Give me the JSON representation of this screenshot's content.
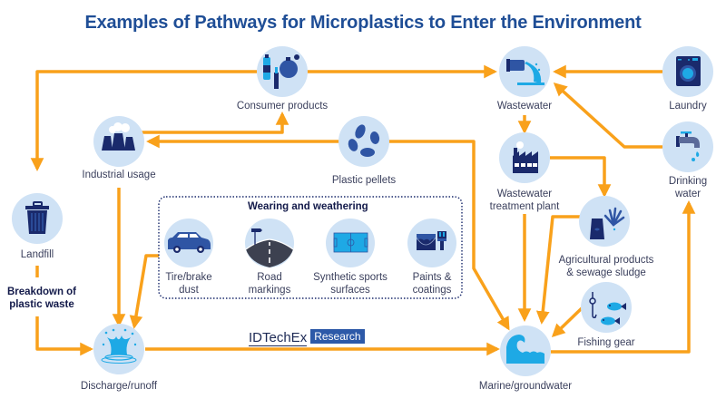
{
  "title": "Examples of Pathways for Microplastics to Enter the Environment",
  "colors": {
    "title": "#1f4e96",
    "arrow": "#f9a11b",
    "circle": "#cfe2f5",
    "icon_dark": "#1a2a6c",
    "icon_mid": "#2f55a4",
    "icon_light": "#1ea9e5",
    "group_border": "#1a2a6c"
  },
  "nodes": {
    "consumer_products": {
      "label": "Consumer products",
      "icon": "bottle-perfume-lipstick-icon"
    },
    "wastewater": {
      "label": "Wastewater",
      "icon": "pipe-outflow-icon"
    },
    "laundry": {
      "label": "Laundry",
      "icon": "washing-machine-icon"
    },
    "industrial_usage": {
      "label": "Industrial usage",
      "icon": "cooling-towers-icon"
    },
    "plastic_pellets": {
      "label": "Plastic pellets",
      "icon": "pellets-icon"
    },
    "wastewater_treatment": {
      "label_line1": "Wastewater",
      "label_line2": "treatment plant",
      "icon": "factory-icon"
    },
    "drinking_water": {
      "label_line1": "Drinking",
      "label_line2": "water",
      "icon": "tap-icon"
    },
    "landfill": {
      "label": "Landfill",
      "icon": "trash-bin-icon"
    },
    "agricultural": {
      "label_line1": "Agricultural products",
      "label_line2": "& sewage sludge",
      "icon": "fertilizer-wheat-icon"
    },
    "fishing_gear": {
      "label": "Fishing gear",
      "icon": "hook-fish-icon"
    },
    "discharge": {
      "label": "Discharge/runoff",
      "icon": "splash-icon"
    },
    "marine": {
      "label": "Marine/groundwater",
      "icon": "wave-icon"
    }
  },
  "breakdown": {
    "line1": "Breakdown of",
    "line2": "plastic waste"
  },
  "wearing_group": {
    "title": "Wearing and weathering",
    "items": [
      {
        "line1": "Tire/brake",
        "line2": "dust",
        "icon": "car-icon"
      },
      {
        "line1": "Road",
        "line2": "markings",
        "icon": "road-icon"
      },
      {
        "line1": "Synthetic sports",
        "line2": "surfaces",
        "icon": "sports-field-icon"
      },
      {
        "line1": "Paints &",
        "line2": "coatings",
        "icon": "paint-bucket-icon"
      }
    ]
  },
  "brand": {
    "name": "IDTechEx",
    "tag": "Research"
  },
  "edges": [
    {
      "from": "Consumer products",
      "to": "Landfill"
    },
    {
      "from": "Consumer products",
      "to": "Wastewater"
    },
    {
      "from": "Laundry",
      "to": "Wastewater"
    },
    {
      "from": "Drinking water",
      "to": "Wastewater"
    },
    {
      "from": "Industrial usage",
      "to": "Consumer products"
    },
    {
      "from": "Plastic pellets",
      "to": "Industrial usage"
    },
    {
      "from": "Plastic pellets",
      "to": "Marine/groundwater"
    },
    {
      "from": "Industrial usage",
      "to": "Discharge/runoff"
    },
    {
      "from": "Wearing and weathering",
      "to": "Discharge/runoff"
    },
    {
      "from": "Landfill",
      "to": "Discharge/runoff"
    },
    {
      "from": "Discharge/runoff",
      "to": "Marine/groundwater"
    },
    {
      "from": "Wastewater",
      "to": "Wastewater treatment plant"
    },
    {
      "from": "Wastewater treatment plant",
      "to": "Agricultural products & sewage sludge"
    },
    {
      "from": "Wastewater treatment plant",
      "to": "Marine/groundwater"
    },
    {
      "from": "Agricultural products & sewage sludge",
      "to": "Marine/groundwater"
    },
    {
      "from": "Fishing gear",
      "to": "Marine/groundwater"
    },
    {
      "from": "Marine/groundwater",
      "to": "Drinking water"
    }
  ]
}
